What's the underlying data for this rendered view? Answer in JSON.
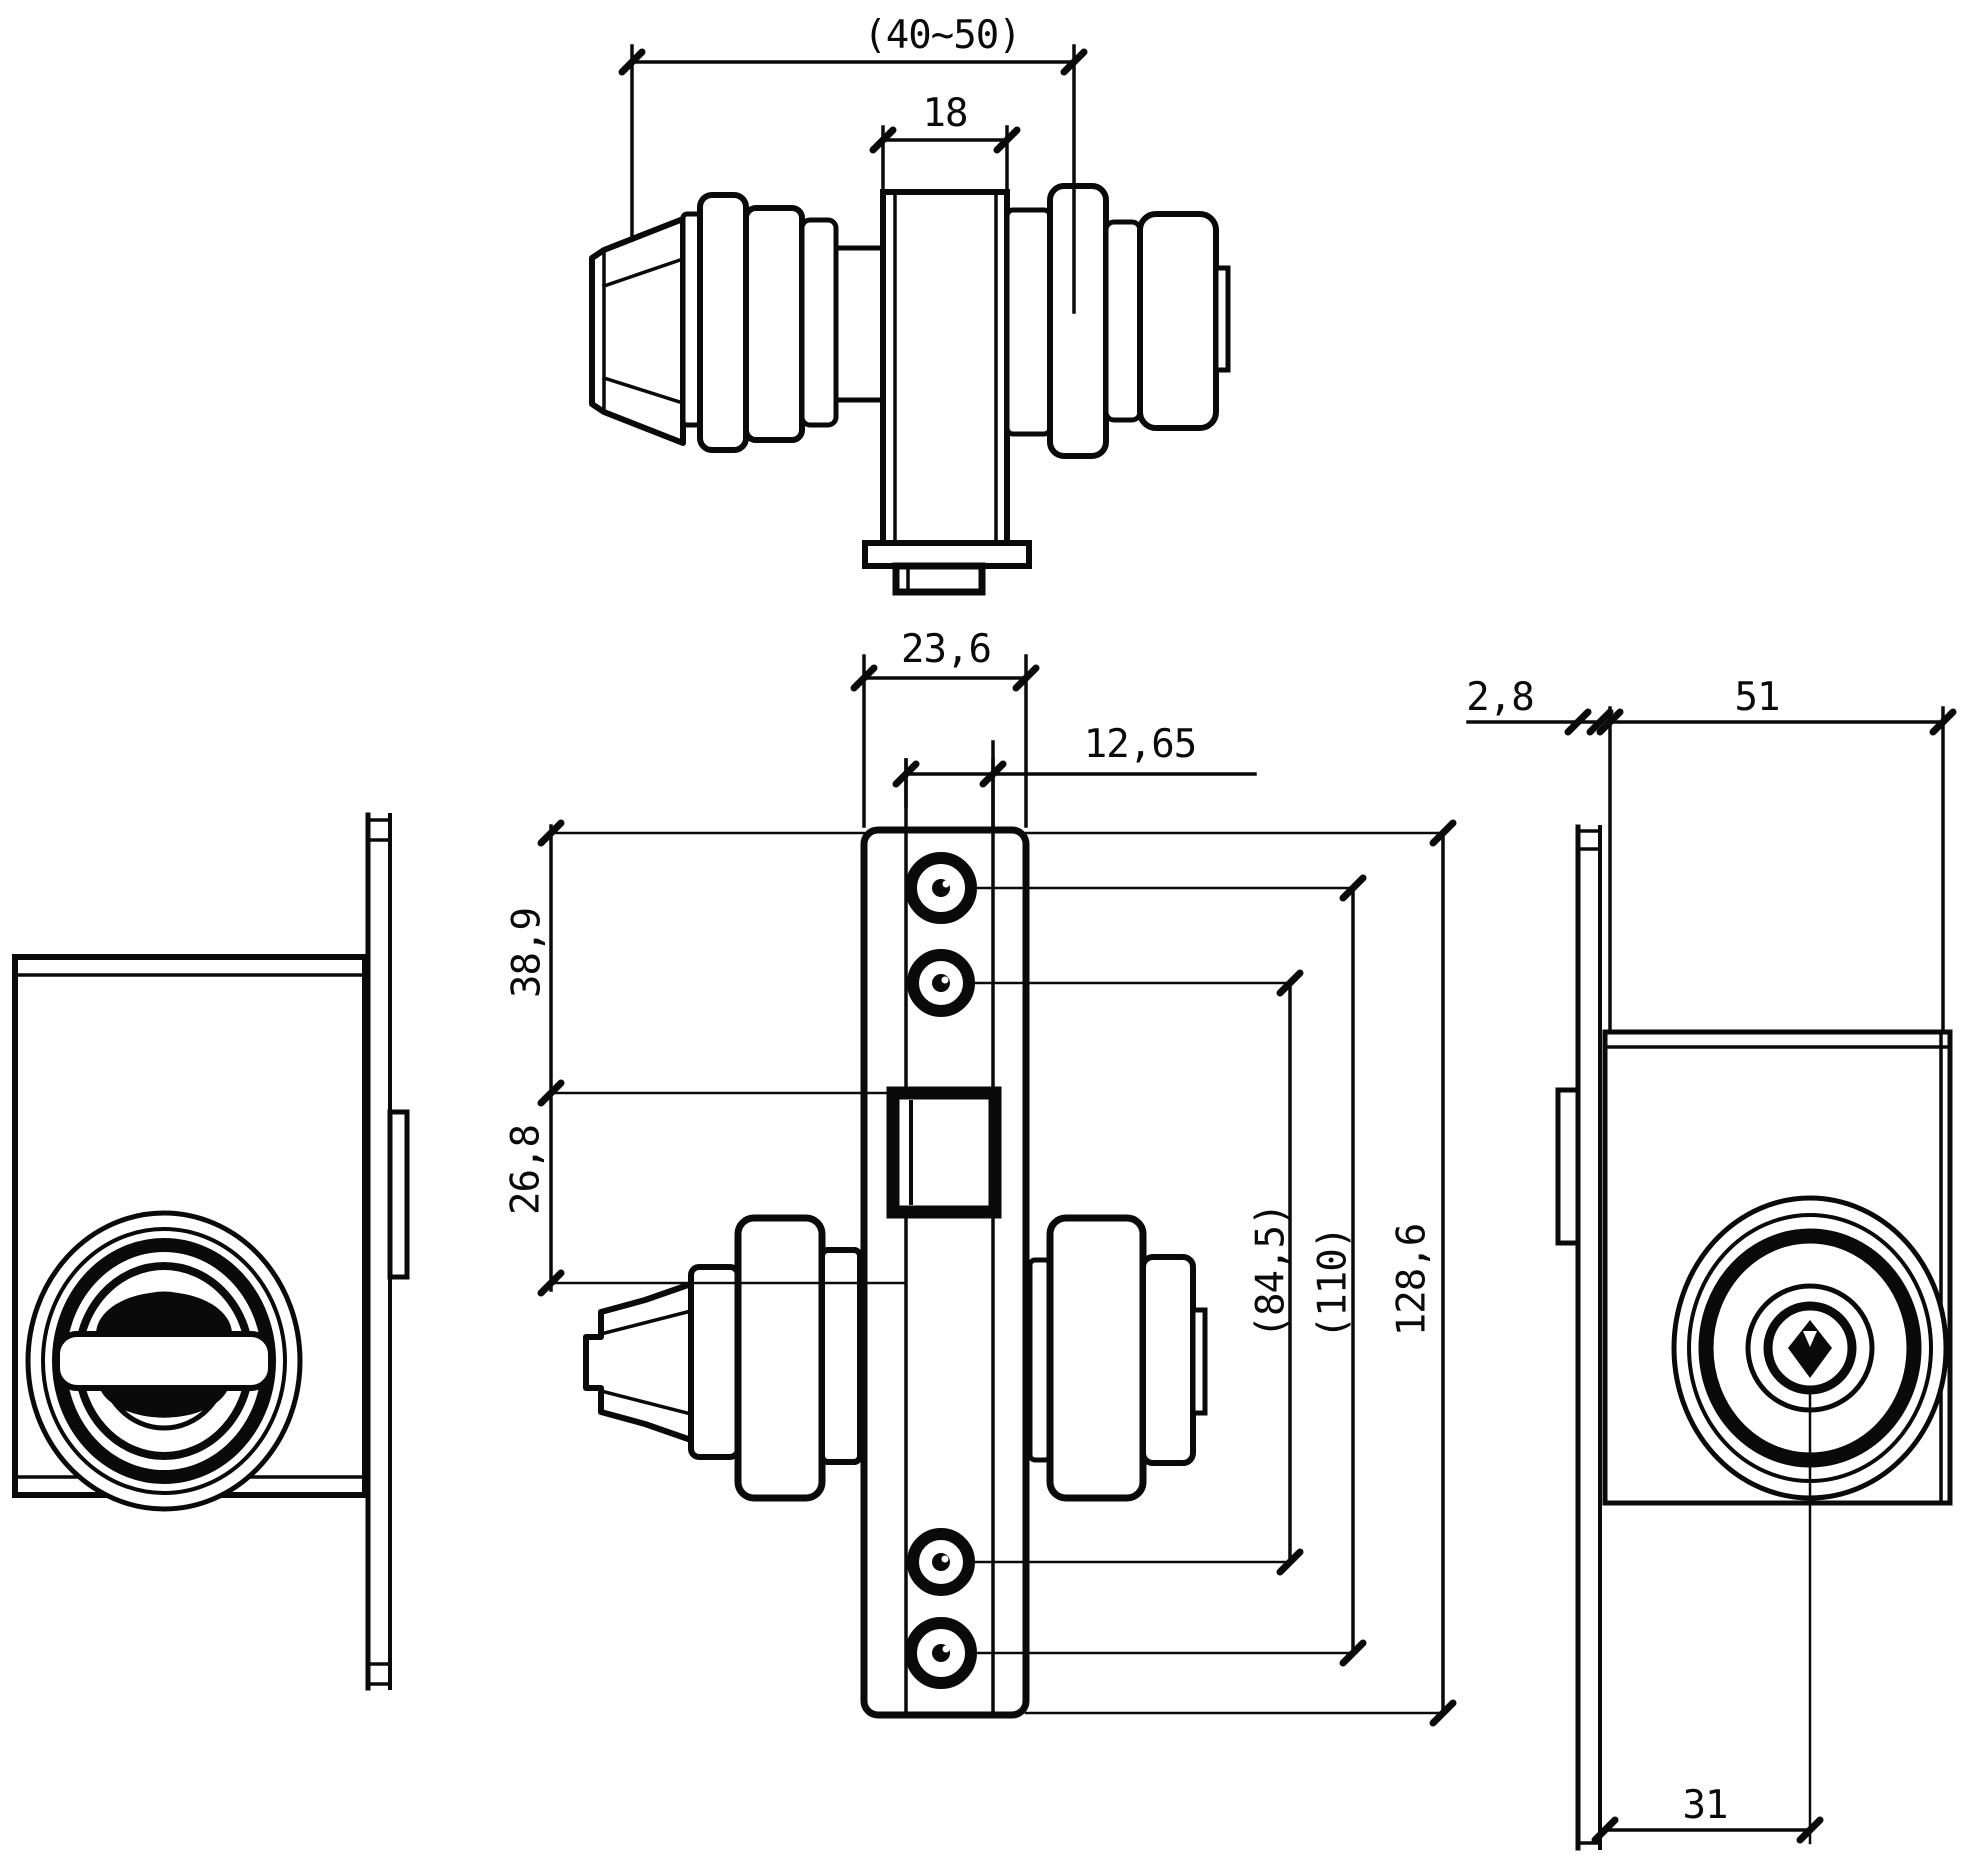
{
  "drawing": {
    "background": "#ffffff",
    "line_color": "#0a0a0a",
    "type": "lock-set-orthographic-views"
  },
  "dims": {
    "door_thickness": "(40~50)",
    "spindle_width": "18",
    "case_width": "23,6",
    "latch_width": "12,65",
    "top_to_latch": "38,9",
    "latch_to_axis": "26,8",
    "screws_inner_span": "(84,5)",
    "screws_outer_span": "(110)",
    "case_height": "128,6",
    "faceplate_thickness": "2,8",
    "plate_width": "51",
    "backset": "31"
  }
}
